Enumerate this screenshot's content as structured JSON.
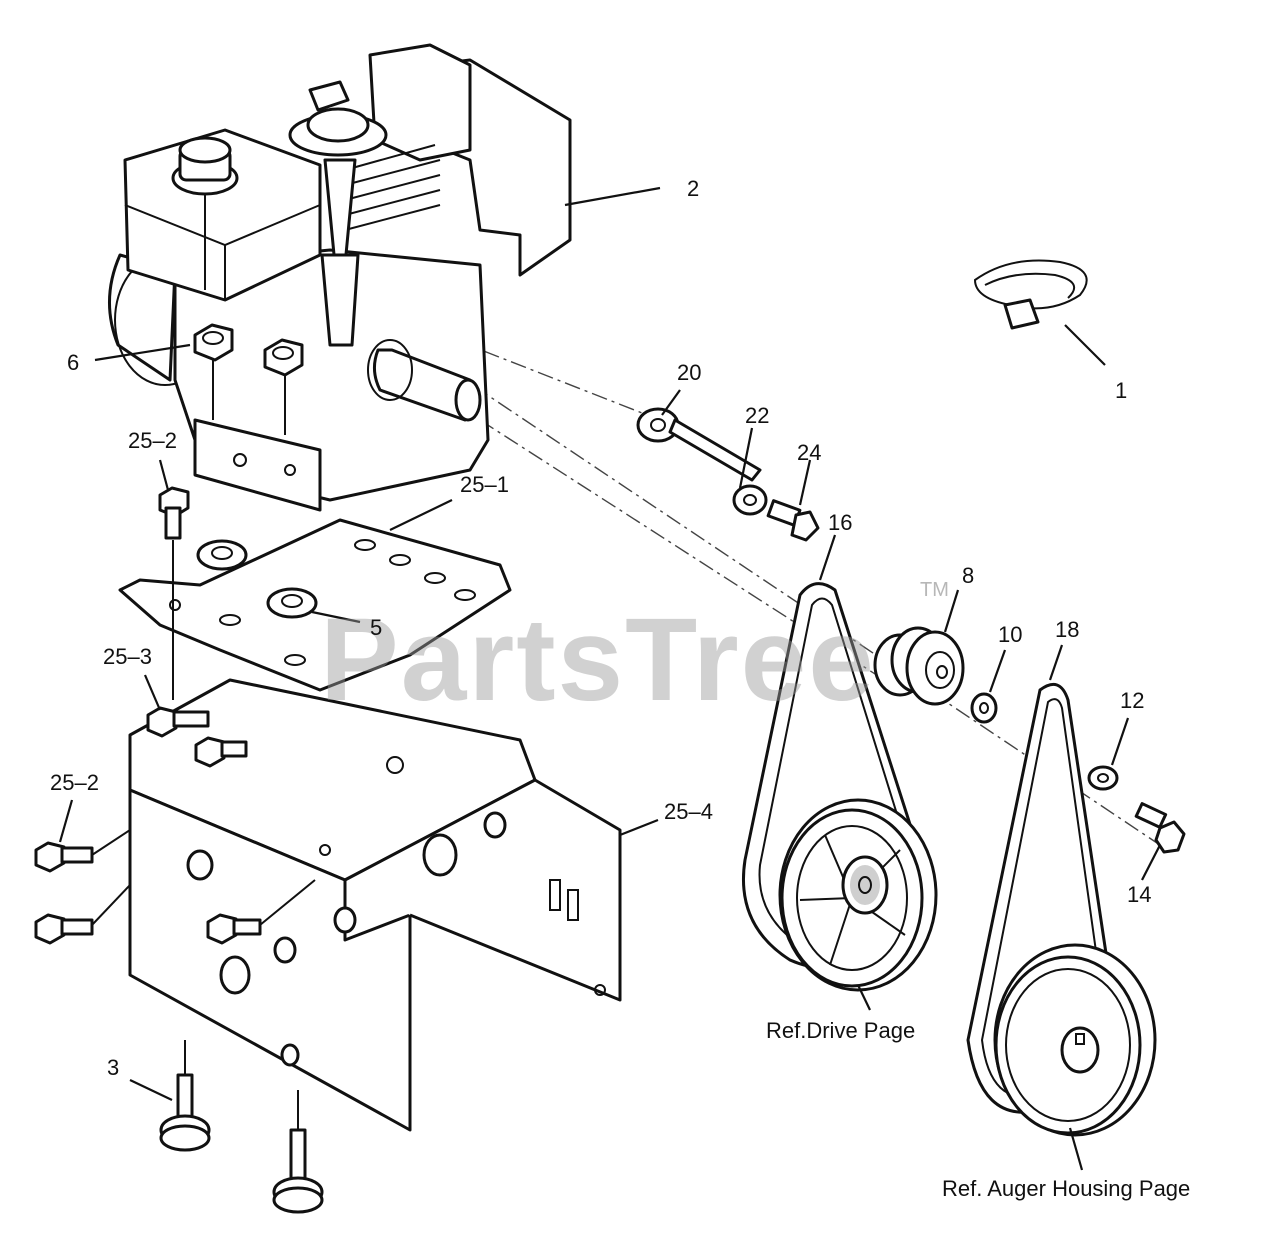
{
  "watermark": {
    "text": "PartsTree",
    "trademark": "TM"
  },
  "callouts": [
    {
      "id": "c-2",
      "text": "2"
    },
    {
      "id": "c-1",
      "text": "1"
    },
    {
      "id": "c-6",
      "text": "6"
    },
    {
      "id": "c-20",
      "text": "20"
    },
    {
      "id": "c-22",
      "text": "22"
    },
    {
      "id": "c-24",
      "text": "24"
    },
    {
      "id": "c-25-2-top",
      "text": "25–2"
    },
    {
      "id": "c-25-1",
      "text": "25–1"
    },
    {
      "id": "c-16",
      "text": "16"
    },
    {
      "id": "c-8",
      "text": "8"
    },
    {
      "id": "c-10",
      "text": "10"
    },
    {
      "id": "c-18",
      "text": "18"
    },
    {
      "id": "c-5",
      "text": "5"
    },
    {
      "id": "c-25-3",
      "text": "25–3"
    },
    {
      "id": "c-12",
      "text": "12"
    },
    {
      "id": "c-25-2-bottom",
      "text": "25–2"
    },
    {
      "id": "c-25-4",
      "text": "25–4"
    },
    {
      "id": "c-14",
      "text": "14"
    },
    {
      "id": "c-3",
      "text": "3"
    }
  ],
  "references": {
    "drive": "Ref.Drive Page",
    "auger": "Ref. Auger Housing Page"
  }
}
